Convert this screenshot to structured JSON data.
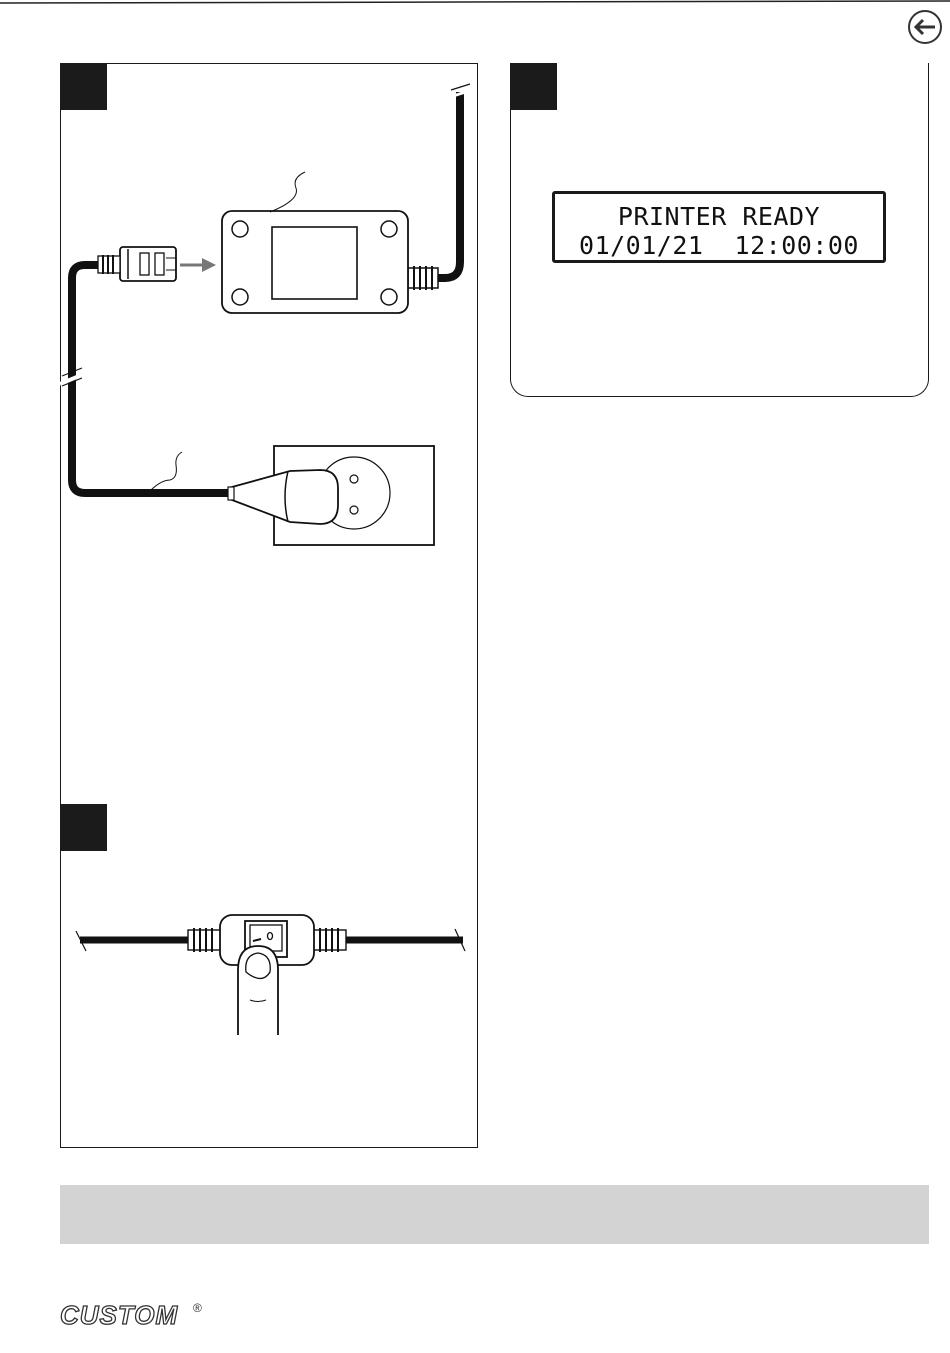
{
  "navigation": {
    "back_icon": "arrow-left-circle-icon"
  },
  "figures": {
    "power_connection": {
      "icons": [
        "power-supply-icon",
        "wall-socket-icon",
        "plug-icon",
        "cable-icon"
      ]
    },
    "power_switch": {
      "icons": [
        "switch-icon",
        "finger-icon"
      ],
      "switch_symbols": [
        "—",
        "O"
      ]
    }
  },
  "display": {
    "line1": "PRINTER READY",
    "line2": "01/01/21  12:00:00"
  },
  "footer": {
    "logo_text": "CUSTOM",
    "logo_mark": "®"
  },
  "colors": {
    "step_box": "#1b1b1b",
    "note_bar": "#d3d3d3",
    "accent_arrow": "#777777"
  }
}
